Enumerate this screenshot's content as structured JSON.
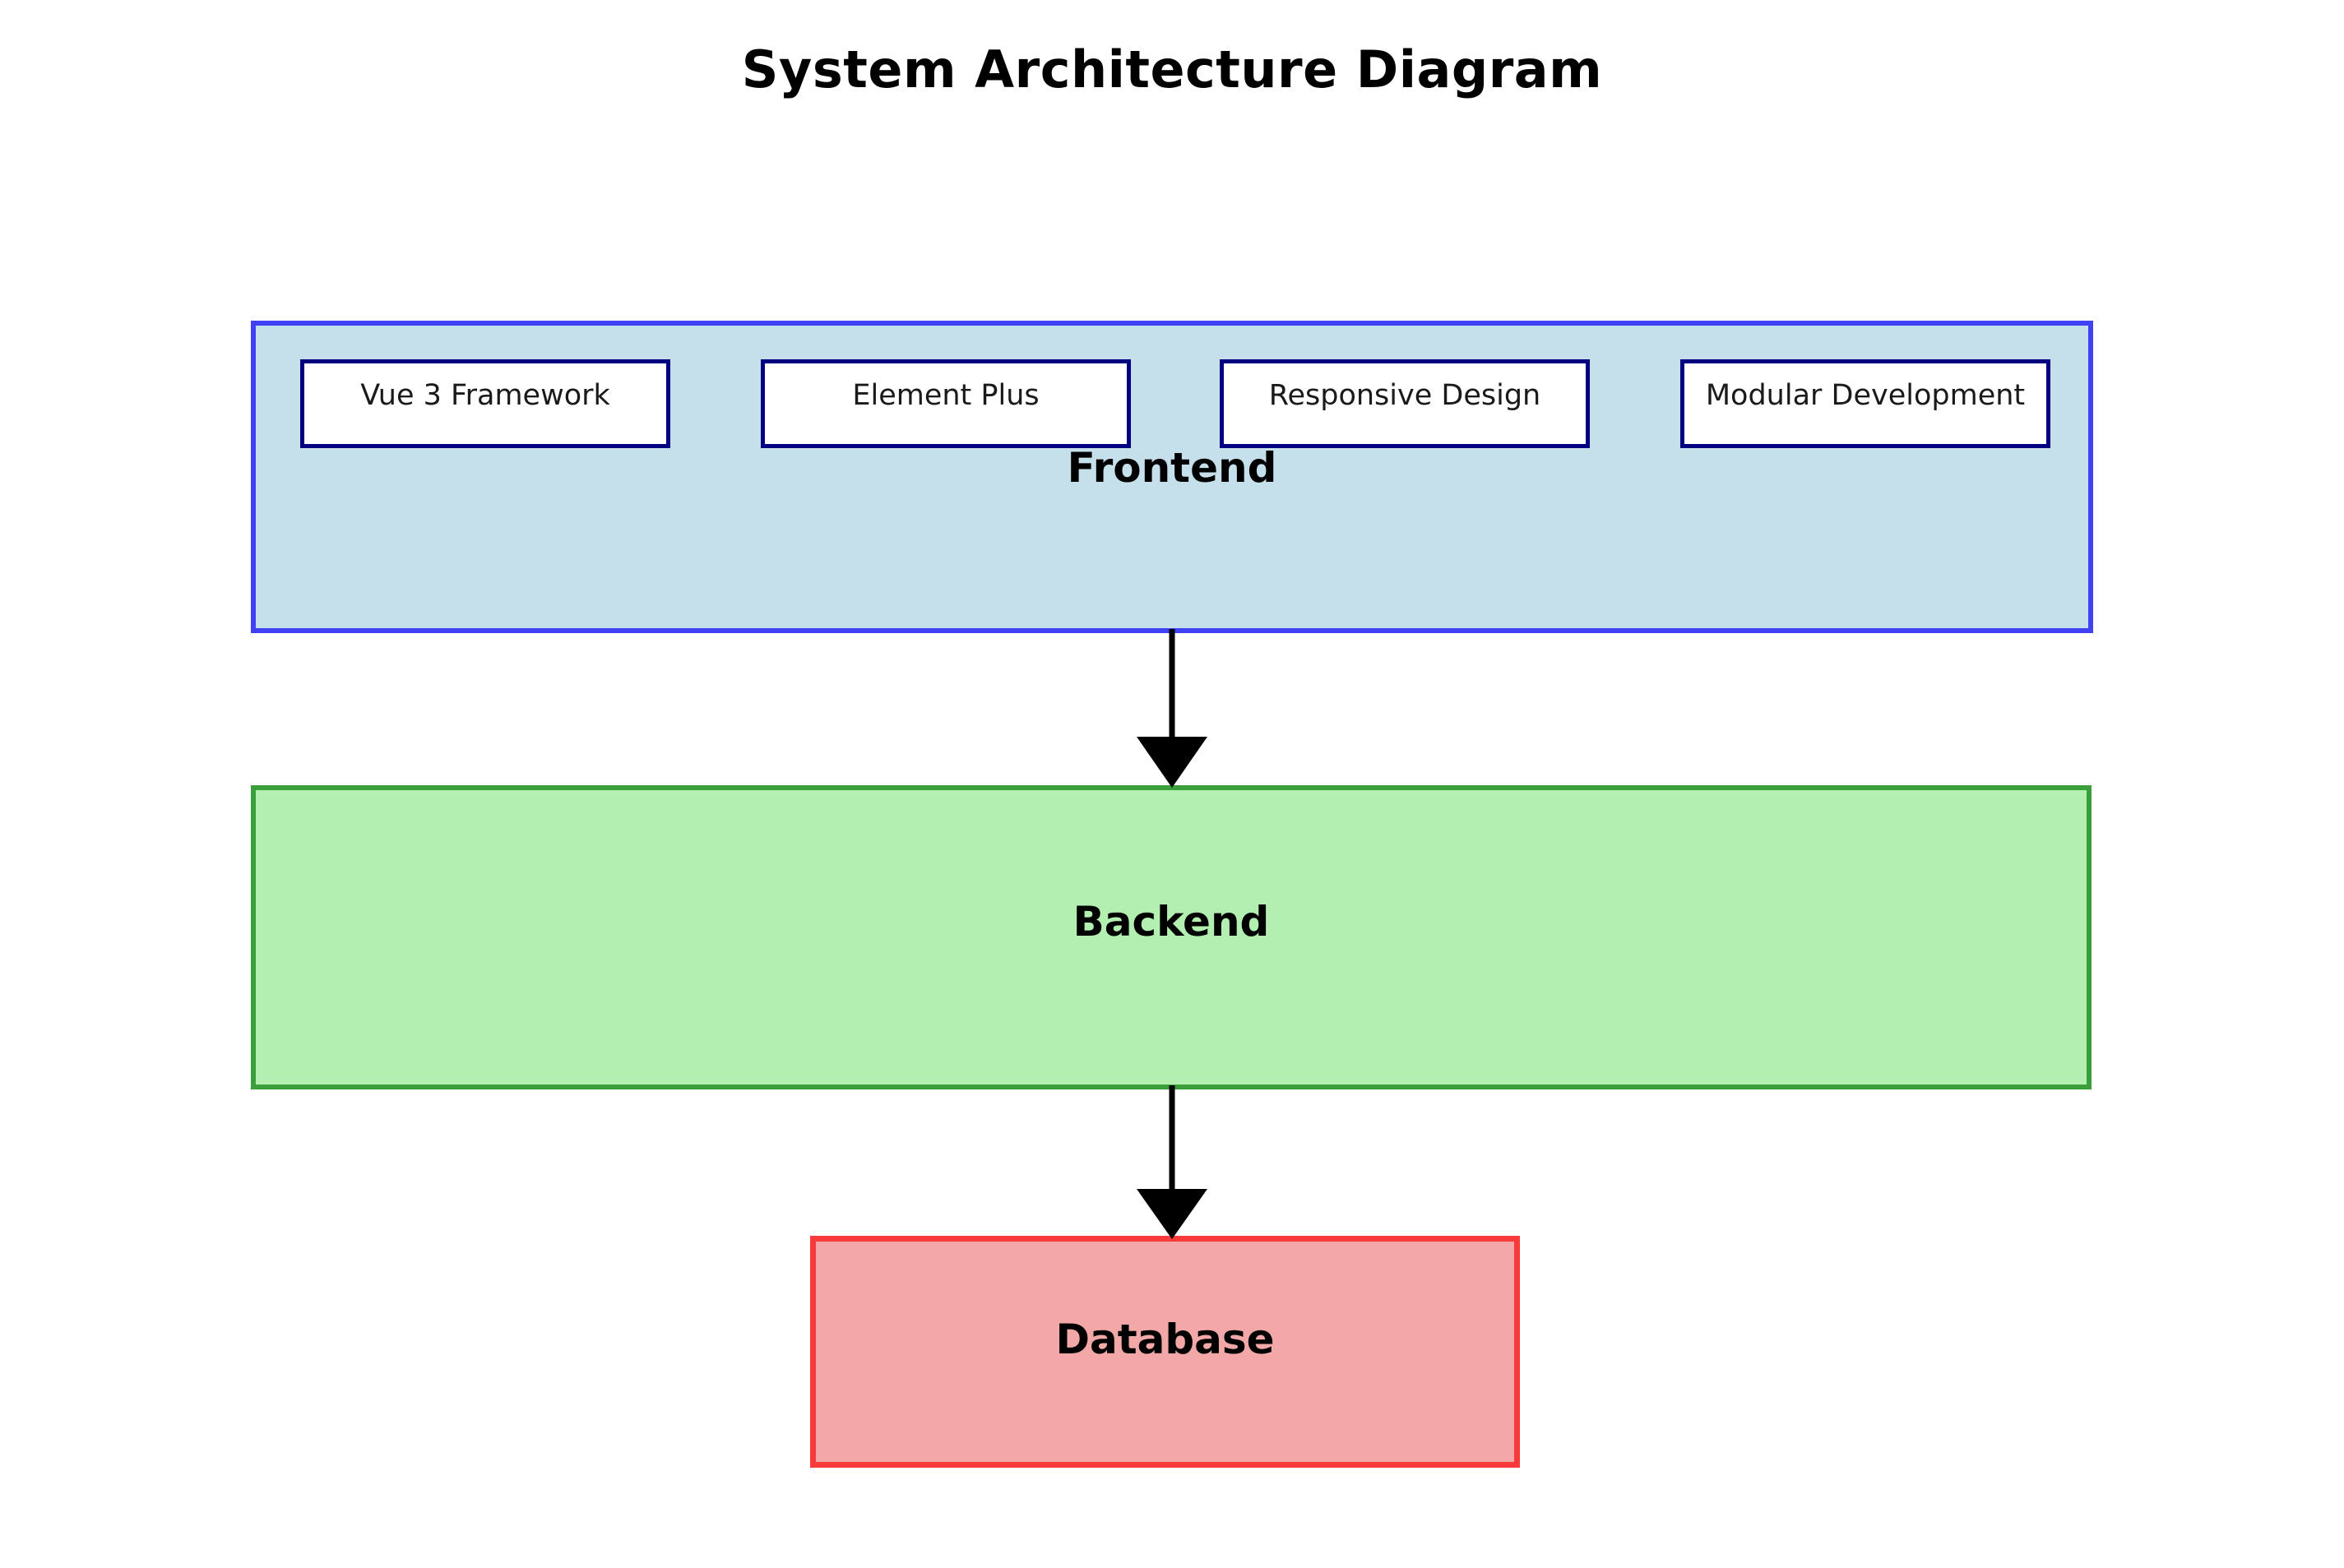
{
  "diagram": {
    "title": "System Architecture Diagram",
    "background_color": "#ffffff"
  },
  "layers": [
    {
      "id": "frontend",
      "label": "Frontend",
      "fill_color": "#c6e0eb",
      "border_color": "#4040f5",
      "features": [
        {
          "label": "Vue 3 Framework"
        },
        {
          "label": "Element Plus"
        },
        {
          "label": "Responsive Design"
        },
        {
          "label": "Modular Development"
        }
      ],
      "feature_fill_color": "#ffffff",
      "feature_border_color": "#000080"
    },
    {
      "id": "backend",
      "label": "Backend",
      "fill_color": "#b2efb0",
      "border_color": "#3a9e3a",
      "features": []
    },
    {
      "id": "database",
      "label": "Database",
      "fill_color": "#f3a8a8",
      "border_color": "#f73a3a",
      "features": []
    }
  ],
  "connections": [
    {
      "from": "frontend",
      "to": "backend",
      "color": "#000000"
    },
    {
      "from": "backend",
      "to": "database",
      "color": "#000000"
    }
  ]
}
